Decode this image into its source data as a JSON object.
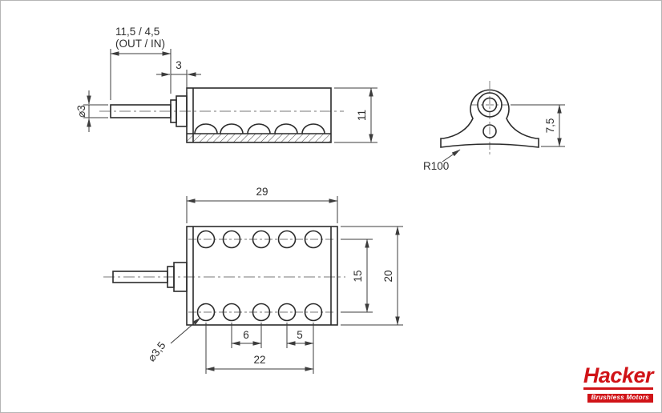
{
  "drawing": {
    "side_view": {
      "dim_shaft_length": "11,5 / 4,5",
      "dim_shaft_length_note": "(OUT / IN)",
      "dim_collar_width": "3",
      "dim_shaft_diameter": "⌀3",
      "dim_body_height": "11"
    },
    "front_view": {
      "dim_mount_height": "7,5",
      "dim_base_radius": "R100"
    },
    "top_view": {
      "dim_body_length": "29",
      "dim_hole_rows_spacing": "15",
      "dim_body_width": "20",
      "dim_hole_diameter": "⌀3,5",
      "dim_hole_pitch_inner": "6",
      "dim_hole_pitch_outer": "5",
      "dim_hole_span": "22"
    },
    "logo": {
      "brand": "Hacker",
      "tagline": "Brushless Motors"
    },
    "colors": {
      "line": "#2f2f2f",
      "dimension": "#3c3c3c",
      "brand_red": "#d01317"
    }
  }
}
